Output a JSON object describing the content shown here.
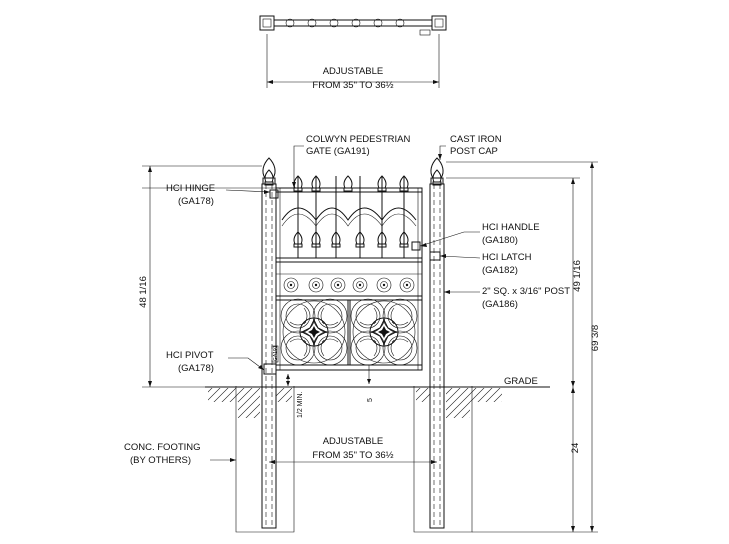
{
  "plan_view": {
    "dimension_line1": "ADJUSTABLE",
    "dimension_line2": "FROM 35\" TO 36½"
  },
  "labels": {
    "gate_line1": "COLWYN PEDESTRIAN",
    "gate_line2": "GATE (GA191)",
    "post_cap_line1": "CAST IRON",
    "post_cap_line2": "POST CAP",
    "hinge_line1": "HCI HINGE",
    "hinge_line2": "(GA178)",
    "handle_line1": "HCI HANDLE",
    "handle_line2": "(GA180)",
    "latch_line1": "HCI LATCH",
    "latch_line2": "(GA182)",
    "post_line1": "2\" SQ. x 3/16\" POST",
    "post_line2": "(GA186)",
    "pivot_line1": "HCI PIVOT",
    "pivot_line2": "(GA178)",
    "grade": "GRADE",
    "footing_line1": "CONC. FOOTING",
    "footing_line2": "(BY OTHERS)",
    "elev_adjust_line1": "ADJUSTABLE",
    "elev_adjust_line2": "FROM 35\" TO 36½",
    "gate_tag": "GA191"
  },
  "dimensions": {
    "gate_height": "48 1/16",
    "post_height": "49 1/16",
    "overall_height": "69 3/8",
    "footing_depth": "24",
    "clearance": "1/2 MIN.",
    "bottom_gap": "5"
  }
}
